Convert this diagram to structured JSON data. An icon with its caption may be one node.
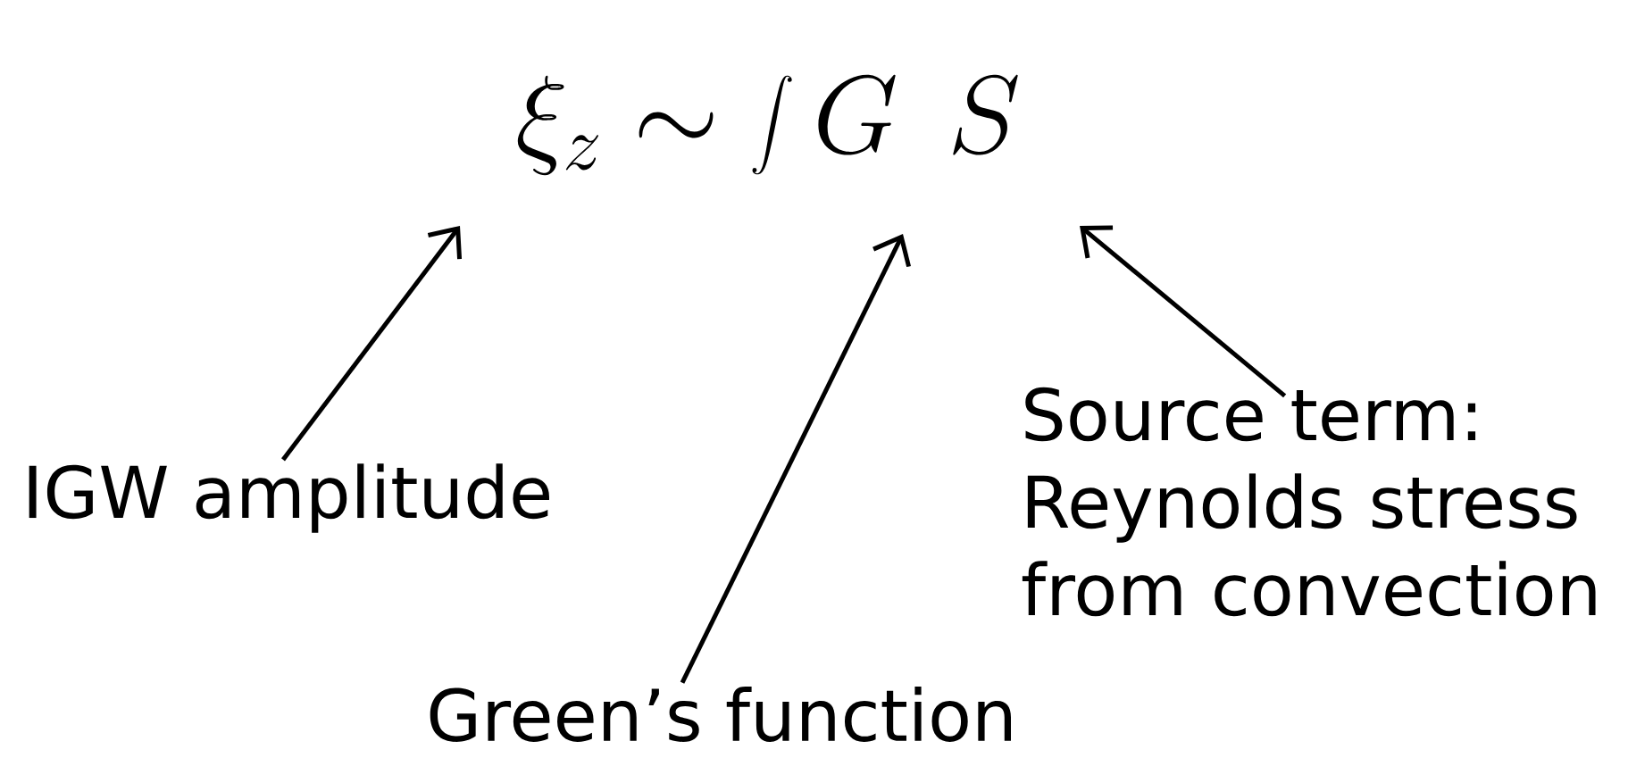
{
  "diagram": {
    "title": "\\xi_z \\sim \\int G\\;\\, S",
    "nodes": [
      {
        "text": [
          "IGW amplitude"
        ]
      },
      {
        "text": [
          "Green’s function"
        ]
      },
      {
        "text": [
          "Source term: Reynolds stress from convection"
        ]
      }
    ],
    "edges": [
      {
        "from": 0,
        "to": null,
        "arrow": "to"
      },
      {
        "from": 1,
        "to": null,
        "arrow": "to"
      },
      {
        "from": 2,
        "to": null,
        "arrow": "to"
      }
    ]
  }
}
